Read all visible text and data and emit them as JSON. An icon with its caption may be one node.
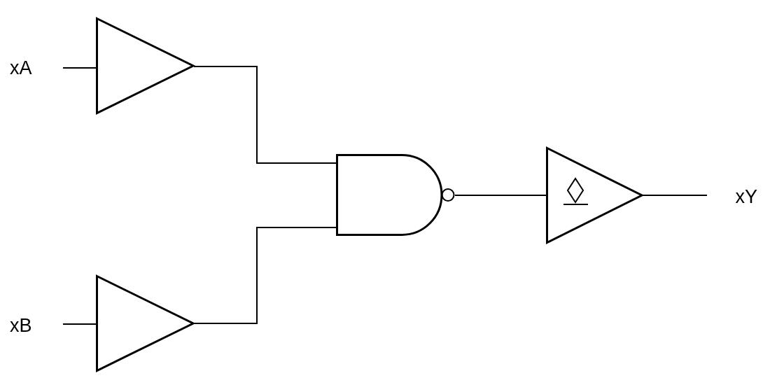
{
  "diagram": {
    "nodes": [
      {
        "text": [
          "xA"
        ]
      },
      {
        "text": [],
        "shape": "triangle"
      },
      {
        "text": [
          "xB"
        ]
      },
      {
        "text": [],
        "shape": "triangle"
      },
      {
        "text": [],
        "shape": "gate"
      },
      {
        "text": [],
        "shape": "triangle"
      },
      {
        "text": [
          "xY"
        ]
      }
    ],
    "edges": [
      {
        "from": 0,
        "to": 1,
        "arrow": "none"
      },
      {
        "from": 1,
        "to": 4,
        "arrow": "none"
      },
      {
        "from": 2,
        "to": 3,
        "arrow": "none"
      },
      {
        "from": 3,
        "to": 4,
        "arrow": "none"
      },
      {
        "from": 4,
        "to": 5,
        "arrow": "none"
      },
      {
        "from": 5,
        "to": 6,
        "arrow": "none"
      }
    ]
  }
}
